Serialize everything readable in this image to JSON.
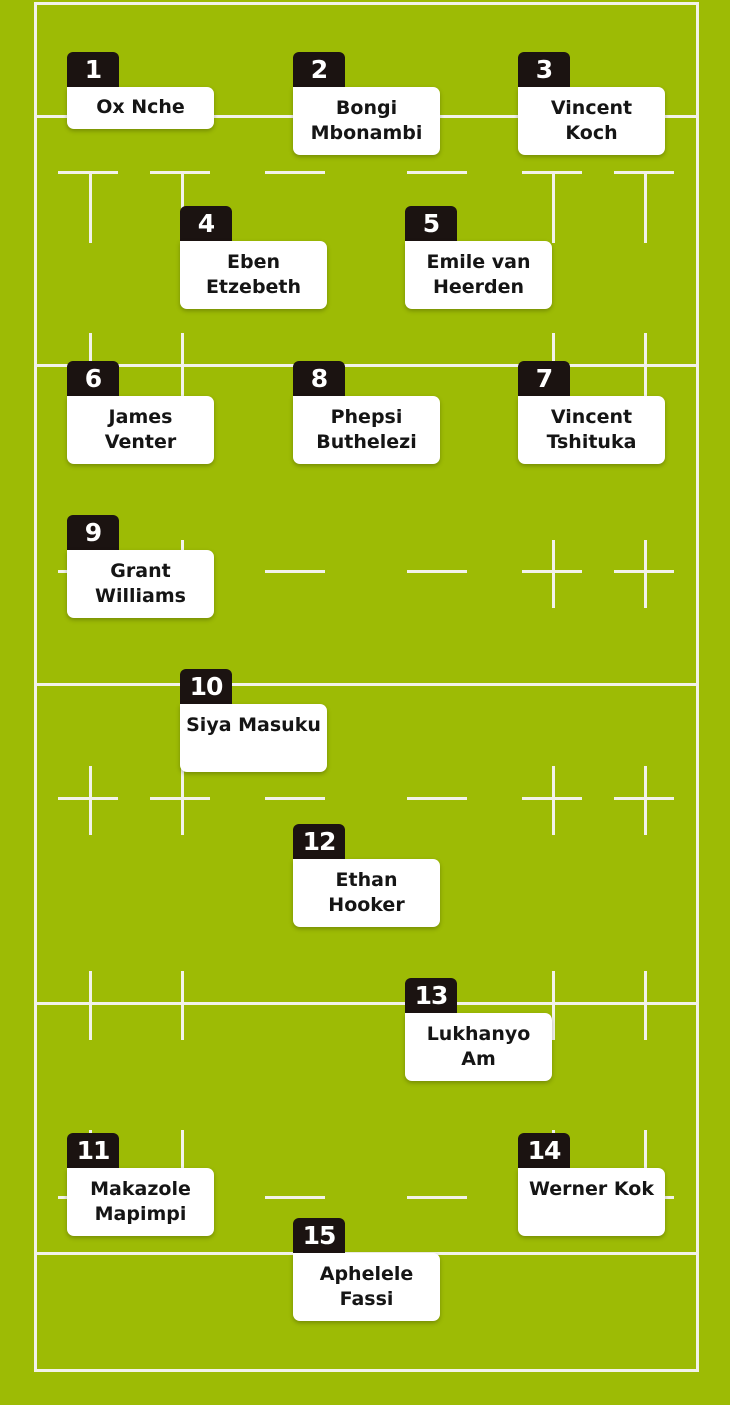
{
  "players": [
    {
      "number": "1",
      "name": "Ox Nche"
    },
    {
      "number": "2",
      "name": "Bongi Mbonambi"
    },
    {
      "number": "3",
      "name": "Vincent Koch"
    },
    {
      "number": "4",
      "name": "Eben Etzebeth"
    },
    {
      "number": "5",
      "name": "Emile van Heerden"
    },
    {
      "number": "6",
      "name": "James Venter"
    },
    {
      "number": "8",
      "name": "Phepsi Buthelezi"
    },
    {
      "number": "7",
      "name": "Vincent Tshituka"
    },
    {
      "number": "9",
      "name": "Grant Williams"
    },
    {
      "number": "10",
      "name": "Siya Masuku"
    },
    {
      "number": "12",
      "name": "Ethan Hooker"
    },
    {
      "number": "13",
      "name": "Lukhanyo Am"
    },
    {
      "number": "11",
      "name": "Makazole Mapimpi"
    },
    {
      "number": "14",
      "name": "Werner Kok"
    },
    {
      "number": "15",
      "name": "Aphelele Fassi"
    }
  ],
  "colors": {
    "pitch": "#9dbb05",
    "lines": "#f2f2ea",
    "tab": "#1b1311",
    "card": "#ffffff"
  }
}
